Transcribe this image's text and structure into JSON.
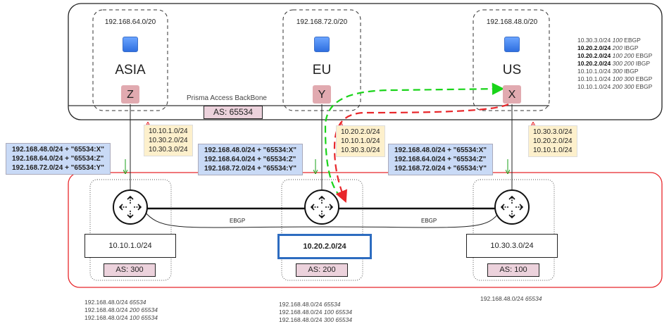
{
  "backbone": {
    "label": "Prisma Access BackBone",
    "as": "AS: 65534"
  },
  "regions": [
    {
      "name": "ASIA",
      "cidr": "192.168.64.0/20",
      "node": "Z"
    },
    {
      "name": "EU",
      "cidr": "192.168.72.0/20",
      "node": "Y"
    },
    {
      "name": "US",
      "cidr": "192.168.48.0/20",
      "node": "X"
    }
  ],
  "advertised_up": [
    [
      "10.10.1.0/24",
      "10.30.2.0/24",
      "10.30.3.0/24"
    ],
    [
      "10.20.2.0/24",
      "10.10.1.0/24",
      "10.30.3.0/24"
    ],
    [
      "10.30.3.0/24",
      "10.20.2.0/24",
      "10.10.1.0/24"
    ]
  ],
  "advertised_down": [
    "192.168.48.0/24 + \"65534:X\"",
    "192.168.64.0/24 + \"65534:Z\"",
    "192.168.72.0/24 + \"65534:Y\""
  ],
  "sites": [
    {
      "subnet": "10.10.1.0/24",
      "as": "AS: 300",
      "routes": [
        [
          "192.168.48.0/24",
          "65534"
        ],
        [
          "192.168.48.0/24",
          "200 65534"
        ],
        [
          "192.168.48.0/24",
          "100 65534"
        ]
      ]
    },
    {
      "subnet": "10.20.2.0/24",
      "as": "AS: 200",
      "routes": [
        [
          "192.168.48.0/24",
          "65534"
        ],
        [
          "192.168.48.0/24",
          "100 65534"
        ],
        [
          "192.168.48.0/24",
          "300 65534"
        ]
      ]
    },
    {
      "subnet": "10.30.3.0/24",
      "as": "AS: 100",
      "routes": [
        [
          "192.168.48.0/24",
          "65534"
        ]
      ]
    }
  ],
  "links": {
    "ebgp1": "EBGP",
    "ebgp2": "EBGP"
  },
  "us_route_table": [
    {
      "prefix": "10.30.3.0/24",
      "path": "100",
      "type": "EBGP",
      "bold": false
    },
    {
      "prefix": "10.20.2.0/24",
      "path": "200",
      "type": "IBGP",
      "bold": true
    },
    {
      "prefix": "10.20.2.0/24",
      "path": "100 200",
      "type": "EBGP",
      "bold": true
    },
    {
      "prefix": "10.20.2.0/24",
      "path": "300 200",
      "type": "IBGP",
      "bold": true
    },
    {
      "prefix": "10.10.1.0/24",
      "path": "300",
      "type": "IBGP",
      "bold": false
    },
    {
      "prefix": "10.10.1.0/24",
      "path": "100 300",
      "type": "EBGP",
      "bold": false
    },
    {
      "prefix": "10.10.1.0/24",
      "path": "200 300",
      "type": "EBGP",
      "bold": false
    }
  ],
  "colors": {
    "backbone_border": "#222",
    "site_border": "#e8262a",
    "green_path": "#19d419",
    "red_path": "#e8262a",
    "highlight": "#2d6cc0"
  }
}
